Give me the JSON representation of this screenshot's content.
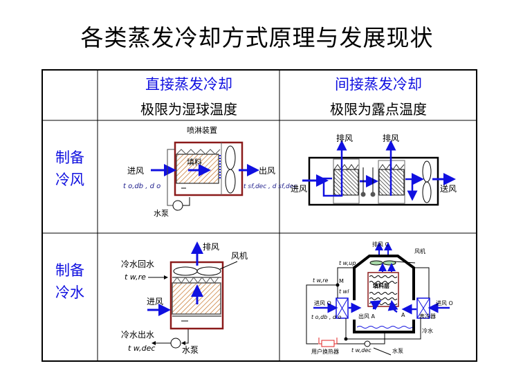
{
  "title": "各类蒸发冷却方式原理与发展现状",
  "table": {
    "columns": [
      {
        "name": "直接蒸发冷却",
        "limit": "极限为湿球温度"
      },
      {
        "name": "间接蒸发冷却",
        "limit": "极限为露点温度"
      }
    ],
    "rows": [
      {
        "line1": "制备",
        "line2": "冷风"
      },
      {
        "line1": "制备",
        "line2": "冷水"
      }
    ]
  },
  "diagrams": {
    "direct_air": {
      "spray": "喷淋装置",
      "fill": "填料",
      "inlet": "进风",
      "inlet_state": "t o,db , d o",
      "outlet": "出风",
      "outlet_state": "t sf,dec , d sf,dec",
      "pump": "水泵"
    },
    "indirect_air": {
      "exhaust1": "排风",
      "exhaust2": "排风",
      "inlet": "进风",
      "supply": "送风"
    },
    "direct_water": {
      "exhaust": "排风",
      "fan": "风机",
      "return": "冷水回水",
      "return_temp": "t w,re",
      "inlet": "进风",
      "supply": "冷水出水",
      "supply_temp": "t w,dec",
      "pump": "水泵"
    },
    "indirect_water": {
      "exhaust": "排风 C",
      "fan": "风机",
      "t_up": "t w,up",
      "t_re": "t w,re",
      "M": "M",
      "t_wl": "t wl",
      "inlet_left": "进风 O",
      "inlet_state": "t o,db , d o",
      "outlet": "出风 A",
      "A": "A",
      "inlet_right": "进风 O",
      "cooler": "表冷器",
      "cold_water": "冷水",
      "fill": "填料层",
      "user_hx": "用户换热器",
      "t_dec": "t w,dec",
      "pump": "水泵"
    }
  },
  "colors": {
    "accent": "#1010e0",
    "tower": "#8b1a1a",
    "fill": "#c87830"
  }
}
